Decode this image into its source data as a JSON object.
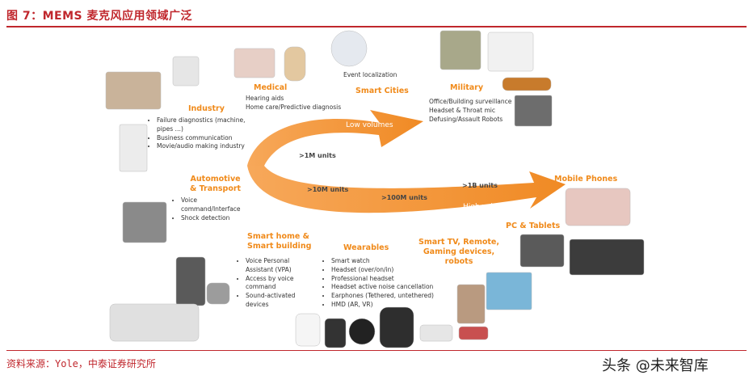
{
  "figure": {
    "title": "图 7：MEMS 麦克风应用领域广泛",
    "source": "资料来源：Yole，中泰证券研究所",
    "watermark": "头条 @未来智库"
  },
  "arrow": {
    "low_volumes": "Low volumes",
    "high_volumes": "High volumes",
    "units_1m": ">1M units",
    "units_10m": ">10M units",
    "units_100m": ">100M units",
    "units_1b": ">1B units",
    "colors": {
      "light": "#f9b673",
      "dark": "#f0821e"
    }
  },
  "segments": {
    "industry": {
      "title": "Industry",
      "items": [
        "Failure diagnostics (machine, pipes …)",
        "Business communication",
        "Movie/audio making industry"
      ]
    },
    "medical": {
      "title": "Medical",
      "items": [
        "Hearing aids",
        "Home care/Predictive diagnosis"
      ]
    },
    "smart_cities": {
      "title": "Smart Cities",
      "items": [
        "Event localization"
      ]
    },
    "military": {
      "title": "Military",
      "items": [
        "Office/Building surveillance",
        "Headset & Throat mic",
        "Defusing/Assault Robots"
      ]
    },
    "automotive": {
      "title_line1": "Automotive",
      "title_line2": "& Transport",
      "items": [
        "Voice command/Interface",
        "Shock detection"
      ]
    },
    "mobile": {
      "title": "Mobile Phones"
    },
    "pc_tablets": {
      "title": "PC & Tablets"
    },
    "smart_tv": {
      "title_line1": "Smart TV, Remote,",
      "title_line2": "Gaming devices,",
      "title_line3": "robots"
    },
    "smart_home": {
      "title_line1": "Smart home &",
      "title_line2": "Smart building",
      "items": [
        "Voice Personal Assistant (VPA)",
        "Access by voice command",
        "Sound-activated devices"
      ]
    },
    "wearables": {
      "title": "Wearables",
      "items": [
        "Smart watch",
        "Headset (over/on/in)",
        "Professional headset",
        "Headset active noise cancellation",
        "Earphones (Tethered, untethered)",
        "HMD (AR, VR)"
      ]
    }
  }
}
